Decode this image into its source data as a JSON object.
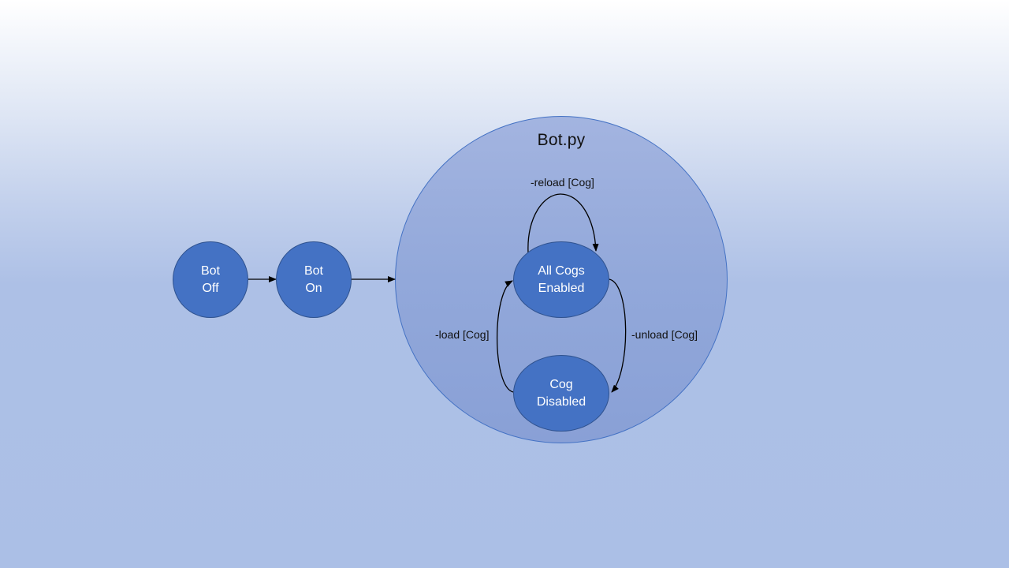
{
  "diagram": {
    "container": {
      "title": "Bot.py"
    },
    "states": {
      "bot_off": {
        "line1": "Bot",
        "line2": "Off"
      },
      "bot_on": {
        "line1": "Bot",
        "line2": "On"
      },
      "all_cogs_enabled": {
        "line1": "All Cogs",
        "line2": "Enabled"
      },
      "cog_disabled": {
        "line1": "Cog",
        "line2": "Disabled"
      }
    },
    "transitions": {
      "reload": "-reload [Cog]",
      "load": "-load [Cog]",
      "unload": "-unload [Cog]"
    },
    "colors": {
      "state_fill": "#4472c4",
      "container_fill": "#98aedd",
      "arrow": "#000000"
    }
  }
}
